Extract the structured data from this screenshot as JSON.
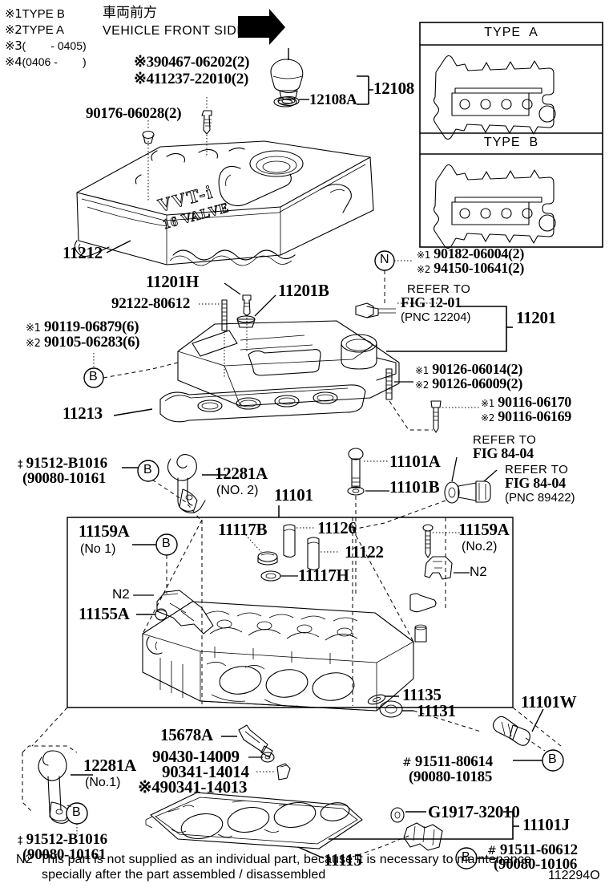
{
  "diagram": {
    "id_code": "112294O",
    "legend": [
      {
        "mark": "※1",
        "text": "TYPE B"
      },
      {
        "mark": "※2",
        "text": "TYPE A"
      },
      {
        "mark": "※3",
        "text": "(        - 0405)"
      },
      {
        "mark": "※4",
        "text": "(0406 -        )"
      }
    ],
    "front_jp": "車両前方",
    "front_en": "VEHICLE FRONT SIDE",
    "footer_note_line1": "N2  This part is not supplied as an individual part, because it is necessary to maintenance",
    "footer_note_line2": "specially after the part assembled / disassembled",
    "inset": {
      "type_a_title": "TYPE  A",
      "type_b_title": "TYPE  B"
    },
    "cover_text": {
      "line1": "VVT-i",
      "line2": "16 VALVE"
    },
    "labels": {
      "p390467": "※390467-06202(2)",
      "p411237": "※411237-22010(2)",
      "p90176": "90176-06028(2)",
      "p12108": "12108",
      "p12108A": "12108A",
      "p11212": "11212",
      "p11201H": "11201H",
      "p11201B": "11201B",
      "p92122": "92122-80612",
      "p90119_mark": "※1",
      "p90119": "90119-06879(6)",
      "p90105_mark": "※2",
      "p90105": "90105-06283(6)",
      "p11213": "11213",
      "p90182_mark": "※1",
      "p90182": "90182-06004(2)",
      "p94150_mark": "※2",
      "p94150": "94150-10641(2)",
      "refer_12_01_l1": "REFER TO",
      "refer_12_01_l2": "FIG 12-01",
      "refer_12_01_l3": "(PNC 12204)",
      "p11201": "11201",
      "p90126a_mark": "※1",
      "p90126a": "90126-06014(2)",
      "p90126b_mark": "※2",
      "p90126b": "90126-06009(2)",
      "p90116a_mark": "※1",
      "p90116a": "90116-06170",
      "p90116b_mark": "※2",
      "p90116b": "90116-06169",
      "refer_84_04a_l1": "REFER TO",
      "refer_84_04a_l2": "FIG 84-04",
      "refer_84_04b_l1": "REFER TO",
      "refer_84_04b_l2": "FIG 84-04",
      "refer_84_04b_l3": "(PNC 89422)",
      "p91512_top": "91512-B1016",
      "p90080_top": "(90080-10161",
      "p12281A_2": "12281A",
      "p12281A_2_sub": "(NO. 2)",
      "p11101": "11101",
      "p11101A": "11101A",
      "p11101B": "11101B",
      "p11159A_1": "11159A",
      "p11159A_1_sub": "(No 1)",
      "p11159A_2": "11159A",
      "p11159A_2_sub": "(No.2)",
      "p11117B": "11117B",
      "p11126": "11126",
      "p11122": "11122",
      "p11117H": "11117H",
      "p11155A": "11155A",
      "n2_a": "N2",
      "n2_b": "N2",
      "n2_c": "N2",
      "p11135": "11135",
      "p11131": "11131",
      "p11101W": "11101W",
      "p15678A": "15678A",
      "p90430": "90430-14009",
      "p90341": "90341-14014",
      "p490341": "※490341-14013",
      "p12281A_1": "12281A",
      "p12281A_1_sub": "(No.1)",
      "p91512_bot": "91512-B1016",
      "p90080_bot": "(90080-10161",
      "p91511_80614": "91511-80614",
      "p90080_10185": "(90080-10185",
      "pG1917": "G1917-32010",
      "p11101J": "11101J",
      "p91511_60612": "91511-60612",
      "p90080_10106": "(90080-10106",
      "p11115": "11115",
      "sym_hash": "‡",
      "sym_pound": "#",
      "circle_B": "B",
      "circle_N": "N"
    }
  }
}
